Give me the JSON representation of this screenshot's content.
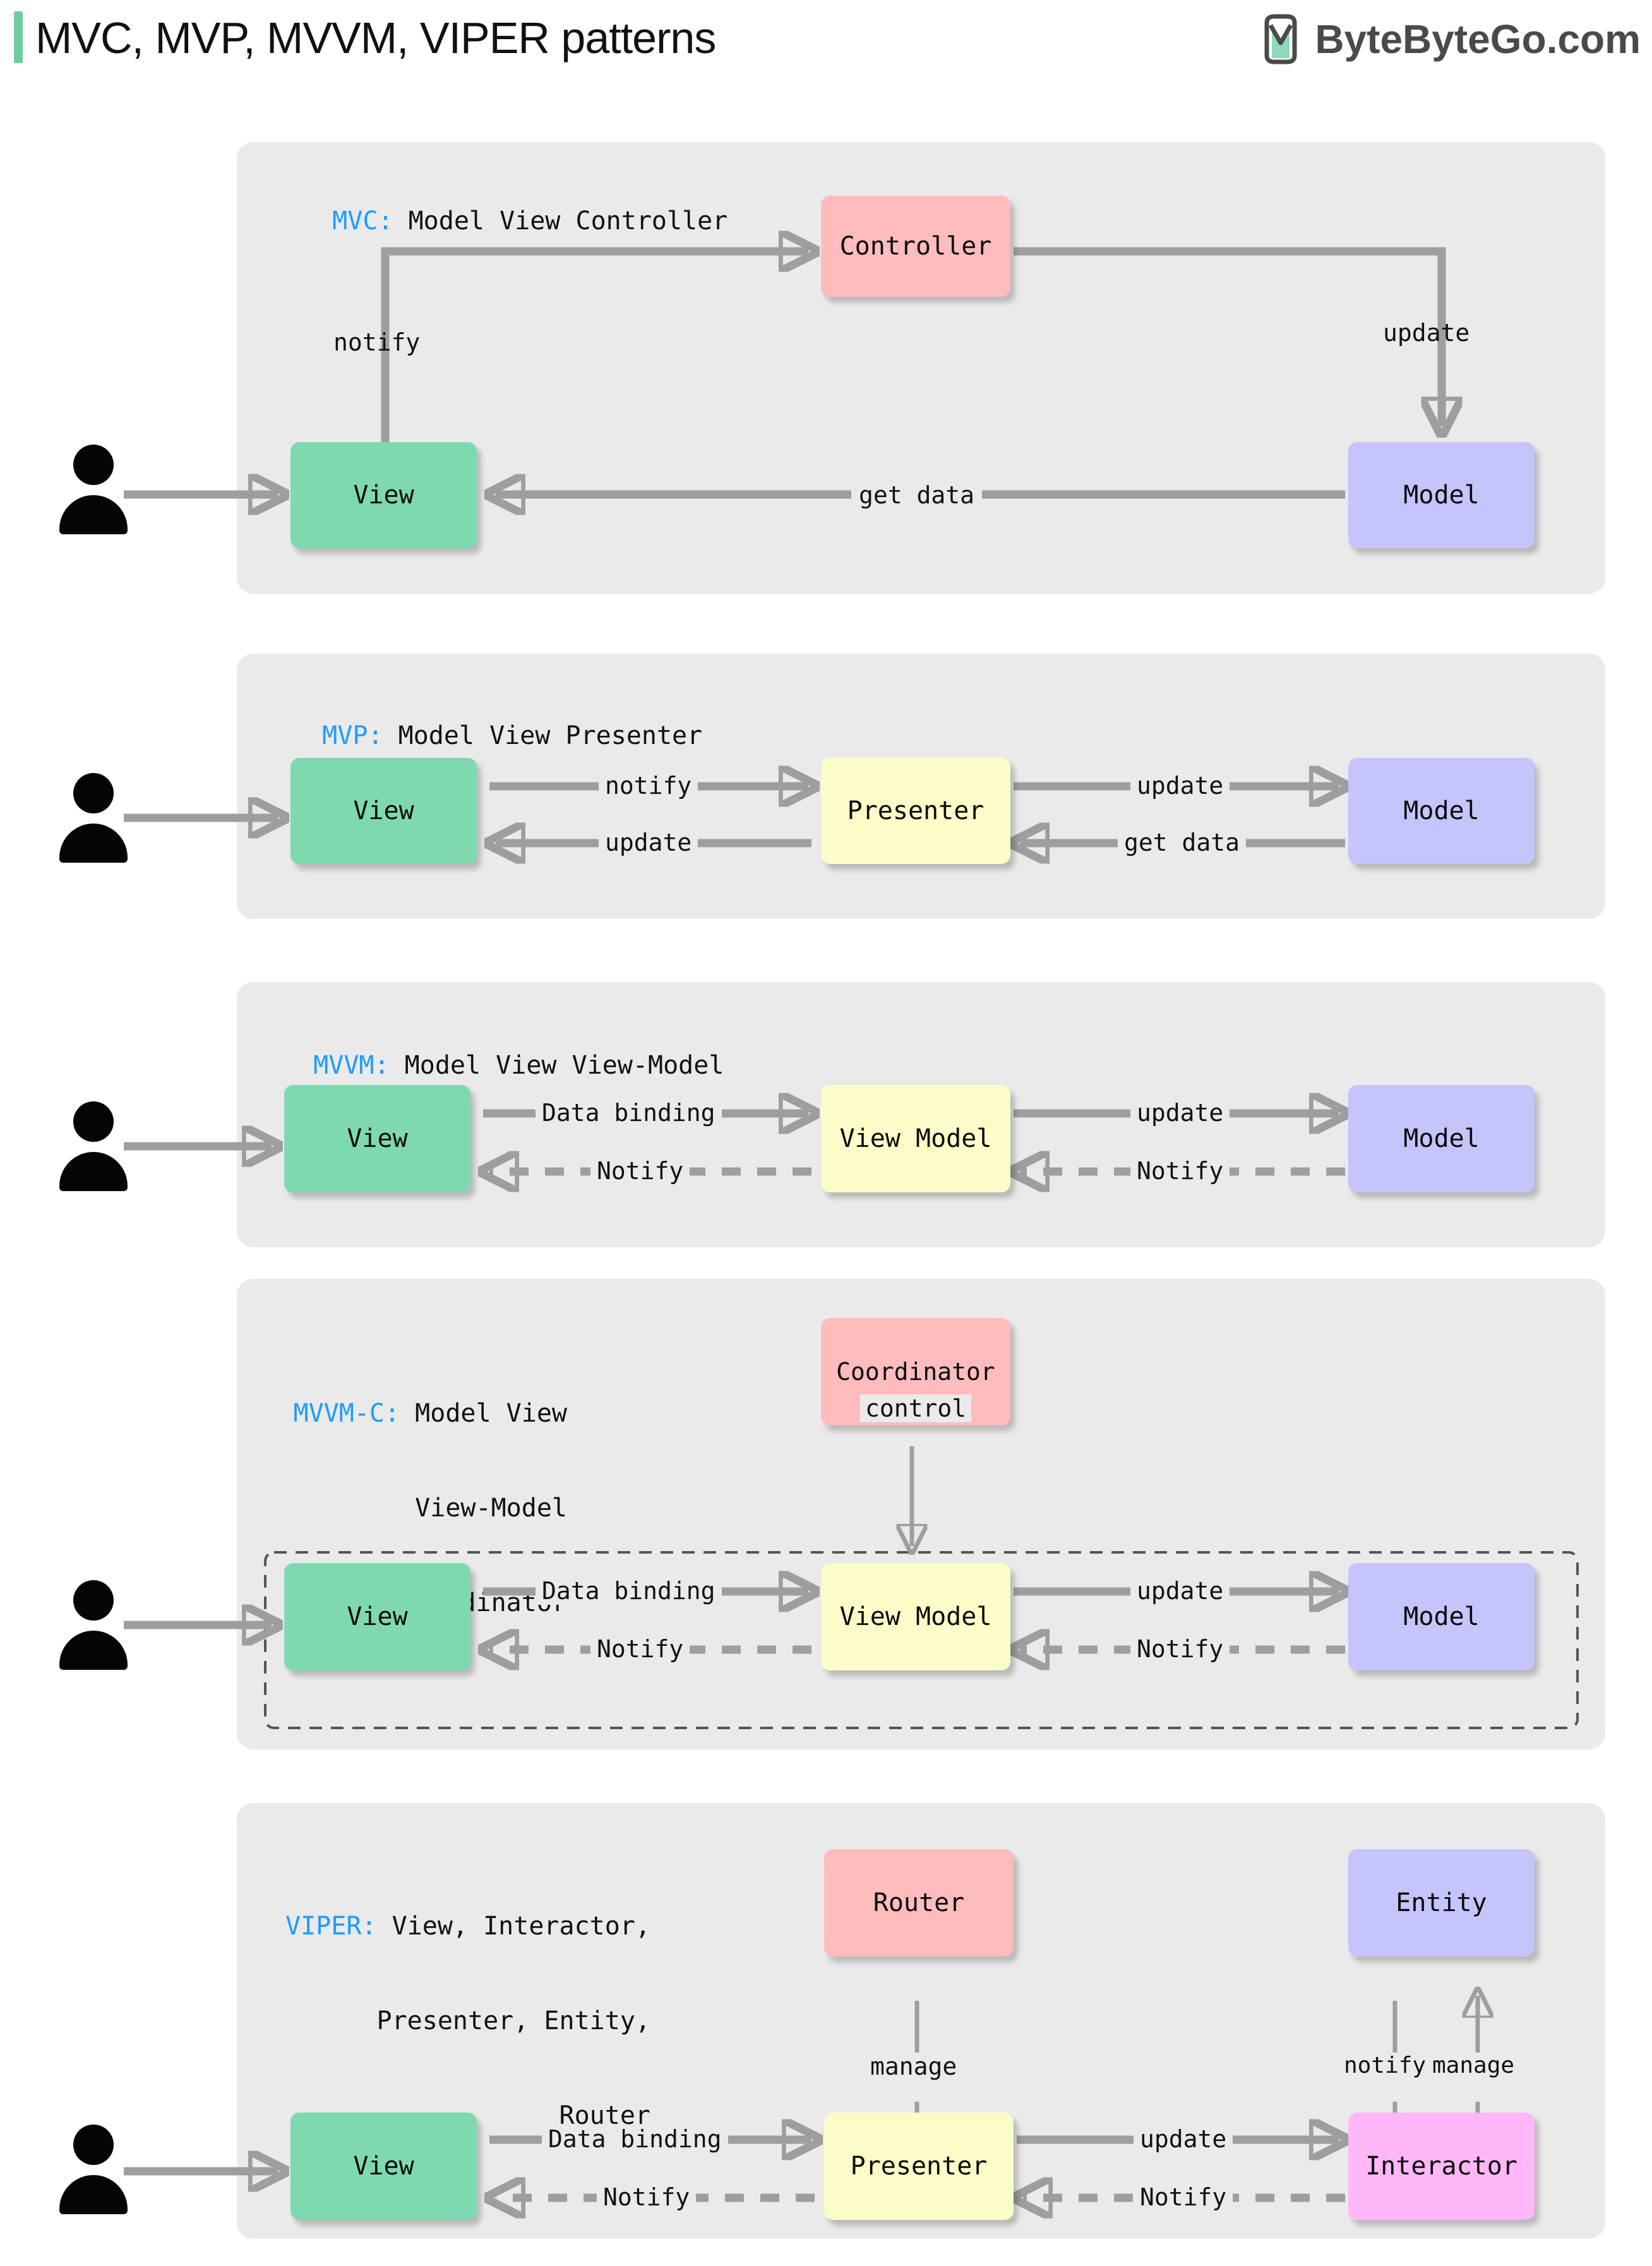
{
  "header": {
    "title": "MVC, MVP, MVVM, VIPER patterns",
    "brand_text": "ByteByteGo.com",
    "brand_icon": "bytebytego-logo-icon",
    "accent_color": "#6ecba2"
  },
  "colors": {
    "panel_bg": "#eaeaea",
    "view": "#7fd9b0",
    "model": "#c5c4fb",
    "controller": "#ffbcbc",
    "viewmodel": "#fcfcc8",
    "interactor": "#ffb7f7",
    "arrow": "#9e9e9e",
    "key_text": "#1e9bff"
  },
  "sections": [
    {
      "id": "mvc",
      "key": "MVC:",
      "caption": " Model View Controller",
      "nodes": [
        {
          "id": "view",
          "label": "View"
        },
        {
          "id": "controller",
          "label": "Controller"
        },
        {
          "id": "model",
          "label": "Model"
        }
      ],
      "edges": [
        {
          "id": "user-view",
          "label": ""
        },
        {
          "id": "view-controller",
          "label": "notify"
        },
        {
          "id": "controller-model",
          "label": "update"
        },
        {
          "id": "model-view",
          "label": "get data"
        }
      ]
    },
    {
      "id": "mvp",
      "key": "MVP:",
      "caption": " Model View Presenter",
      "nodes": [
        {
          "id": "view",
          "label": "View"
        },
        {
          "id": "presenter",
          "label": "Presenter"
        },
        {
          "id": "model",
          "label": "Model"
        }
      ],
      "edges": [
        {
          "id": "user-view",
          "label": ""
        },
        {
          "id": "view-presenter",
          "label": "notify"
        },
        {
          "id": "presenter-view",
          "label": "update"
        },
        {
          "id": "presenter-model",
          "label": "update"
        },
        {
          "id": "model-presenter",
          "label": "get data"
        }
      ]
    },
    {
      "id": "mvvm",
      "key": "MVVM:",
      "caption": " Model View View-Model",
      "nodes": [
        {
          "id": "view",
          "label": "View"
        },
        {
          "id": "viewmodel",
          "label": "View Model"
        },
        {
          "id": "model",
          "label": "Model"
        }
      ],
      "edges": [
        {
          "id": "user-view",
          "label": ""
        },
        {
          "id": "view-viewmodel",
          "label": "Data binding"
        },
        {
          "id": "viewmodel-view",
          "label": "Notify"
        },
        {
          "id": "viewmodel-model",
          "label": "update"
        },
        {
          "id": "model-viewmodel",
          "label": "Notify"
        }
      ]
    },
    {
      "id": "mvvmc",
      "key": "MVVM-C:",
      "caption_lines": [
        " Model View",
        "View-Model",
        "Coordinator"
      ],
      "nodes": [
        {
          "id": "coordinator",
          "label": "Coordinator"
        },
        {
          "id": "view",
          "label": "View"
        },
        {
          "id": "viewmodel",
          "label": "View Model"
        },
        {
          "id": "model",
          "label": "Model"
        }
      ],
      "edges": [
        {
          "id": "user-view",
          "label": ""
        },
        {
          "id": "coordinator-group",
          "label": "control"
        },
        {
          "id": "view-viewmodel",
          "label": "Data binding"
        },
        {
          "id": "viewmodel-view",
          "label": "Notify"
        },
        {
          "id": "viewmodel-model",
          "label": "update"
        },
        {
          "id": "model-viewmodel",
          "label": "Notify"
        }
      ]
    },
    {
      "id": "viper",
      "key": "VIPER:",
      "caption_lines": [
        " View, Interactor,",
        "Presenter, Entity,",
        "Router"
      ],
      "nodes": [
        {
          "id": "router",
          "label": "Router"
        },
        {
          "id": "entity",
          "label": "Entity"
        },
        {
          "id": "view",
          "label": "View"
        },
        {
          "id": "presenter",
          "label": "Presenter"
        },
        {
          "id": "interactor",
          "label": "Interactor"
        }
      ],
      "edges": [
        {
          "id": "user-view",
          "label": ""
        },
        {
          "id": "router-presenter",
          "label": "manage"
        },
        {
          "id": "entity-interactor",
          "label": "notify"
        },
        {
          "id": "interactor-entity",
          "label": "manage"
        },
        {
          "id": "view-presenter",
          "label": "Data binding"
        },
        {
          "id": "presenter-view",
          "label": "Notify"
        },
        {
          "id": "presenter-interactor",
          "label": "update"
        },
        {
          "id": "interactor-presenter",
          "label": "Notify"
        }
      ]
    }
  ]
}
